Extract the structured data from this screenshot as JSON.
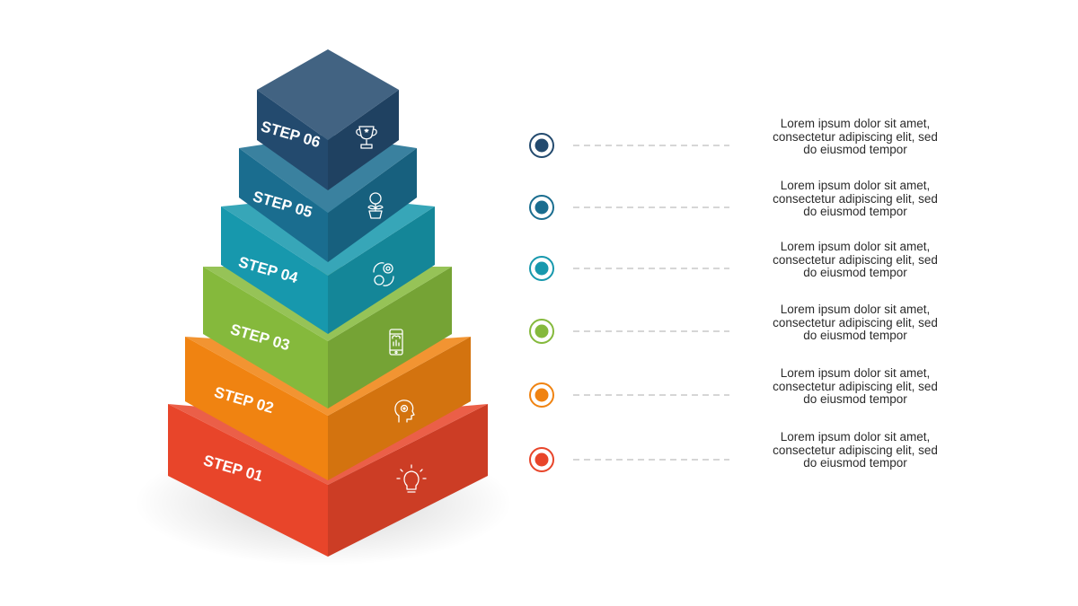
{
  "steps": [
    {
      "label": "STEP 01",
      "icon": "lightbulb-icon",
      "color": "#e8452a",
      "description": "Lorem ipsum dolor sit amet, consectetur adipiscing elit, sed do eiusmod tempor"
    },
    {
      "label": "STEP 02",
      "icon": "head-gear-icon",
      "color": "#f08311",
      "description": "Lorem ipsum dolor sit amet, consectetur adipiscing elit, sed do eiusmod tempor"
    },
    {
      "label": "STEP 03",
      "icon": "smartphone-chart-icon",
      "color": "#85b93c",
      "description": "Lorem ipsum dolor sit amet, consectetur adipiscing elit, sed do eiusmod tempor"
    },
    {
      "label": "STEP 04",
      "icon": "gear-dollar-cycle-icon",
      "color": "#1798ad",
      "description": "Lorem ipsum dolor sit amet, consectetur adipiscing elit, sed do eiusmod tempor"
    },
    {
      "label": "STEP 05",
      "icon": "money-plant-icon",
      "color": "#1a6d8f",
      "description": "Lorem ipsum dolor sit amet, consectetur adipiscing elit, sed do eiusmod tempor"
    },
    {
      "label": "STEP 06",
      "icon": "trophy-icon",
      "color": "#234a6e",
      "description": "Lorem ipsum dolor sit amet, consectetur adipiscing elit, sed do eiusmod tempor"
    }
  ],
  "connector_color": "#c9c9c9"
}
